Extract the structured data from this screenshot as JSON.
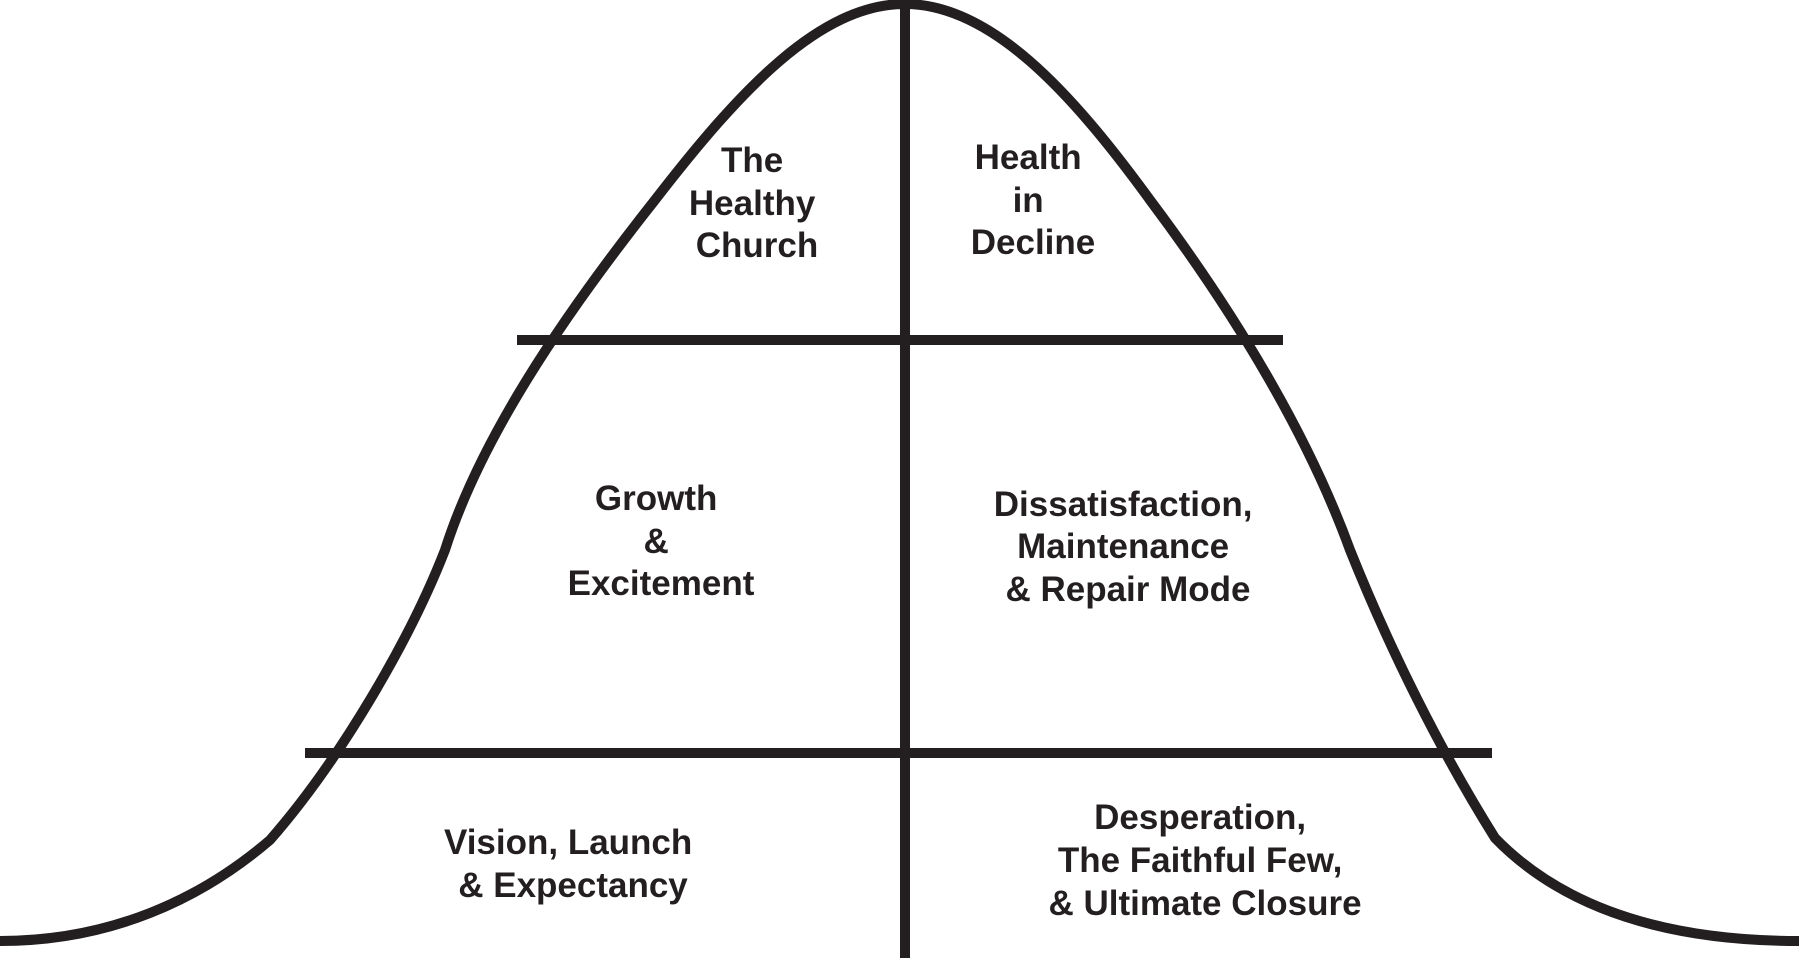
{
  "diagram": {
    "stages": [
      {
        "id": "healthy-church",
        "lines": [
          "The",
          "Healthy",
          "Church"
        ]
      },
      {
        "id": "health-in-decline",
        "lines": [
          "Health",
          "in",
          "Decline"
        ]
      },
      {
        "id": "growth-excitement",
        "lines": [
          "Growth",
          "&",
          "Excitement"
        ]
      },
      {
        "id": "dissatisfaction-maintenance",
        "lines": [
          "Dissatisfaction,",
          "Maintenance",
          "& Repair Mode"
        ]
      },
      {
        "id": "vision-launch",
        "lines": [
          "Vision, Launch",
          "& Expectancy"
        ]
      },
      {
        "id": "desperation-closure",
        "lines": [
          "Desperation,",
          "The Faithful Few,",
          "& Ultimate Closure"
        ]
      }
    ],
    "colors": {
      "line": "#231f20",
      "text": "#231f20",
      "background": "#ffffff"
    }
  }
}
